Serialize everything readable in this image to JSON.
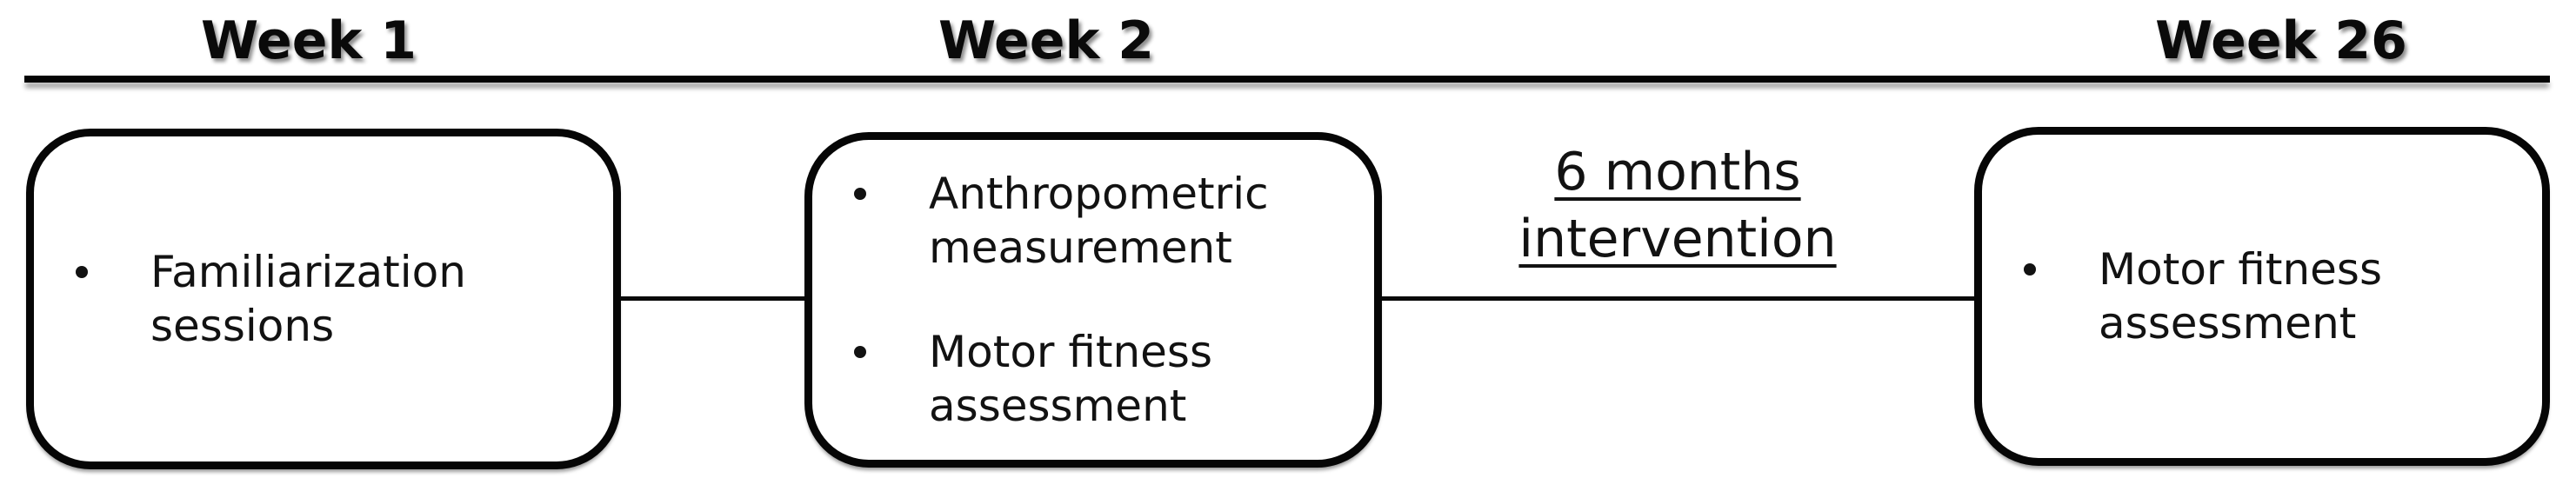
{
  "timeline": {
    "labels": [
      {
        "text": "Week 1"
      },
      {
        "text": "Week 2"
      },
      {
        "text": "Week 26"
      }
    ]
  },
  "stages": [
    {
      "week": "Week 1",
      "items": [
        "Familiarization\nsessions"
      ]
    },
    {
      "week": "Week 2",
      "items": [
        "Anthropometric\nmeasurement",
        "Motor fitness\nassessment"
      ]
    },
    {
      "week": "Week 26",
      "items": [
        "Motor fitness\nassessment"
      ]
    }
  ],
  "intervention_label": "6 months\nintervention",
  "colors": {
    "ink": "#060606",
    "background": "#ffffff",
    "shadow": "rgba(0,0,0,0.45)"
  }
}
